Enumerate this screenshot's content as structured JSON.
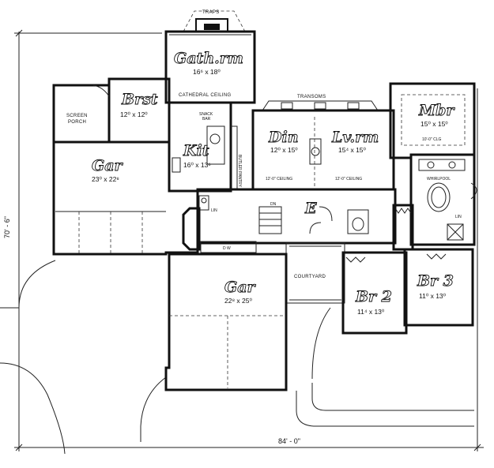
{
  "overall": {
    "width_label": "84' - 0\"",
    "depth_label": "70' - 6\""
  },
  "rooms": {
    "gathering": {
      "name": "Gath.rm",
      "size": "16⁶ x 18⁰"
    },
    "breakfast": {
      "name": "Brst",
      "size": "12⁰ x 12⁰"
    },
    "kitchen": {
      "name": "Kit",
      "size": "16⁰ x 13⁶"
    },
    "garage_left": {
      "name": "Gar",
      "size": "23⁰ x 22⁸"
    },
    "dining": {
      "name": "Din",
      "size": "12⁰ x 15⁰"
    },
    "living": {
      "name": "Lv.rm",
      "size": "15⁴ x 15⁰"
    },
    "master": {
      "name": "Mbr",
      "size": "15⁰ x 15⁰"
    },
    "garage_right": {
      "name": "Gar",
      "size": "22⁸ x 25⁰"
    },
    "bedroom2": {
      "name": "Br 2",
      "size": "11⁴ x 13⁰"
    },
    "bedroom3": {
      "name": "Br 3",
      "size": "11⁰ x 13⁰"
    }
  },
  "notes": {
    "traps": "TRAPS",
    "cathedral": "CATHEDRAL CEILING",
    "transoms": "TRANSOMS",
    "screen_porch_1": "SCREEN",
    "screen_porch_2": "PORCH",
    "snack_bar_1": "SNACK",
    "snack_bar_2": "BAR",
    "butler_pantry": "BUTLER PANTRY",
    "ceiling_12_left": "12'-0\" CEILING",
    "ceiling_12_right": "12'-0\" CEILING",
    "ceiling_10_master": "10'-0\" CLG",
    "whirlpool": "WHIRLPOOL",
    "courtyard": "COURTYARD",
    "dn": "DN",
    "lin": "LIN",
    "lin2": "LIN",
    "dw": "D  W",
    "e": "E"
  }
}
